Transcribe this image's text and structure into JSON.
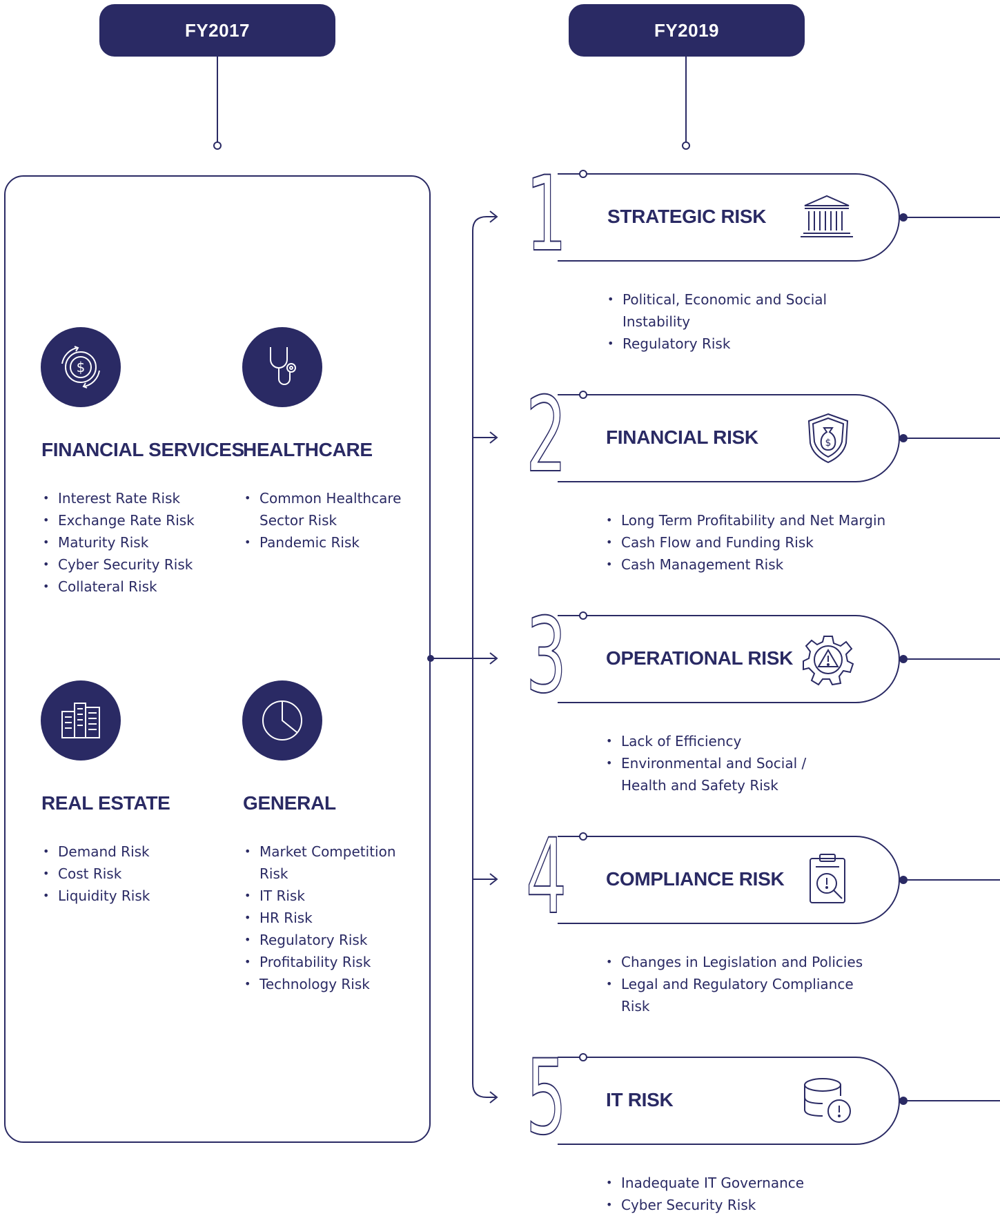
{
  "header": {
    "left_year": "FY2017",
    "right_year": "FY2019"
  },
  "sectors": [
    {
      "name": "FINANCIAL SERVICES",
      "icon": "dollar-cycle-icon",
      "items": [
        "Interest Rate Risk",
        "Exchange Rate Risk",
        "Maturity Risk",
        "Cyber Security Risk",
        "Collateral Risk"
      ]
    },
    {
      "name": "HEALTHCARE",
      "icon": "stethoscope-icon",
      "items": [
        "Common Healthcare Sector Risk",
        "Pandemic Risk"
      ]
    },
    {
      "name": "REAL ESTATE",
      "icon": "buildings-icon",
      "items": [
        "Demand Risk",
        "Cost Risk",
        "Liquidity Risk"
      ]
    },
    {
      "name": "GENERAL",
      "icon": "pie-chart-icon",
      "items": [
        "Market Competition Risk",
        "IT Risk",
        "HR Risk",
        "Regulatory Risk",
        "Profitability Risk",
        "Technology Risk"
      ]
    }
  ],
  "risks": [
    {
      "number": "1",
      "title": "STRATEGIC RISK",
      "icon": "bank-building-icon",
      "items": [
        "Political, Economic and Social Instability",
        "Regulatory Risk"
      ]
    },
    {
      "number": "2",
      "title": "FINANCIAL RISK",
      "icon": "money-bag-shield-icon",
      "items": [
        "Long Term Profitability and Net Margin",
        "Cash Flow and Funding Risk",
        "Cash Management Risk"
      ]
    },
    {
      "number": "3",
      "title": "OPERATIONAL RISK",
      "icon": "gear-warning-icon",
      "items": [
        "Lack of Efficiency",
        "Environmental and Social / Health and Safety Risk"
      ]
    },
    {
      "number": "4",
      "title": "COMPLIANCE RISK",
      "icon": "clipboard-alert-icon",
      "items": [
        "Changes in Legislation and Policies",
        "Legal and Regulatory Compliance Risk"
      ]
    },
    {
      "number": "5",
      "title": "IT RISK",
      "icon": "database-alert-icon",
      "items": [
        "Inadequate IT Governance",
        "Cyber Security Risk"
      ]
    }
  ],
  "colors": {
    "navy": "#2a2a64",
    "white": "#ffffff"
  }
}
